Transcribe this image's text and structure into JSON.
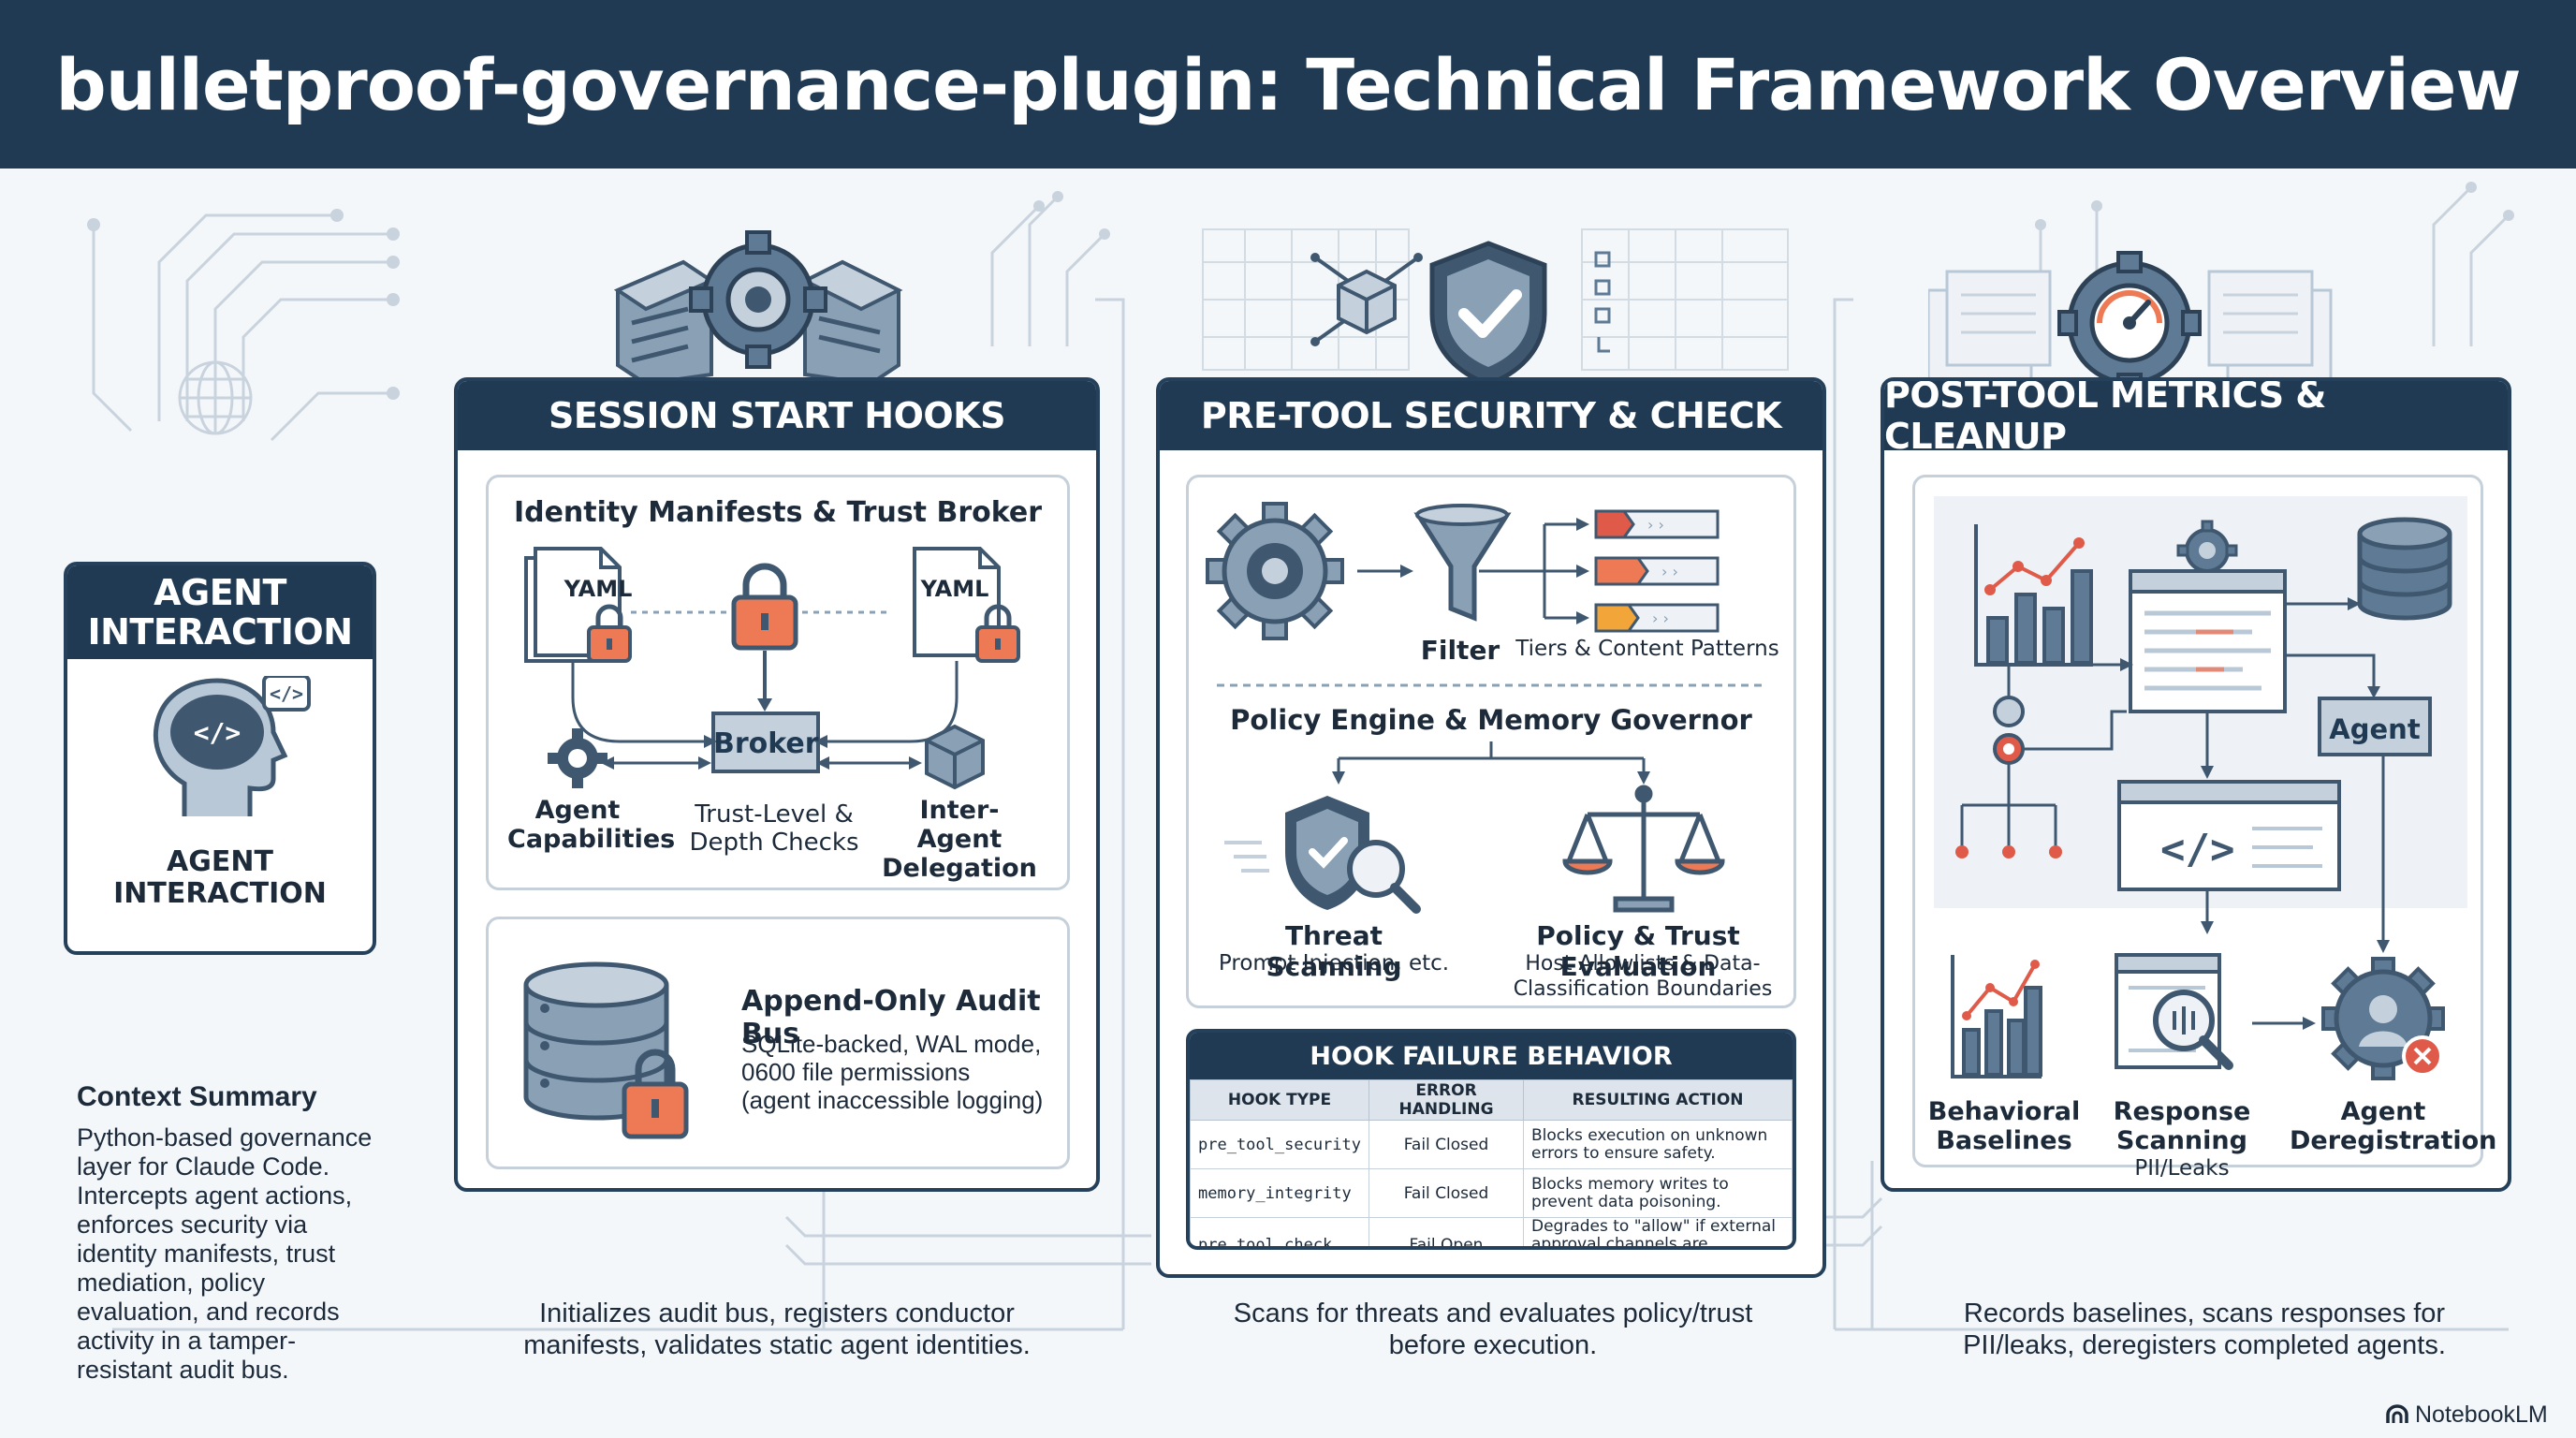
{
  "title": "bulletproof-governance-plugin: Technical Framework Overview",
  "agent": {
    "header": "AGENT INTERACTION",
    "label": "AGENT INTERACTION"
  },
  "context": {
    "heading": "Context Summary",
    "body": "Python-based governance layer for Claude Code. Intercepts agent actions, enforces security via identity manifests, trust mediation, policy evaluation, and records activity in a tamper-resistant audit bus."
  },
  "session": {
    "header": "SESSION START HOOKS",
    "identity_title": "Identity Manifests & Trust Broker",
    "yaml_left": "YAML",
    "yaml_right": "YAML",
    "broker": "Broker",
    "agent_capabilities": "Agent Capabilities",
    "trust_checks": "Trust-Level & Depth Checks",
    "inter_agent": "Inter-Agent Delegation",
    "audit_title": "Append-Only Audit Bus",
    "audit_line1": "SQLite-backed, WAL mode,",
    "audit_line2": "0600 file permissions",
    "audit_line3": "(agent inaccessible logging)",
    "caption": "Initializes audit bus, registers conductor manifests, validates static agent identities."
  },
  "pretool": {
    "header": "PRE-TOOL SECURITY & CHECK",
    "filter": "Filter",
    "tiers": "Tiers & Content Patterns",
    "policy_title": "Policy Engine & Memory Governor",
    "threat_title": "Threat Scanning",
    "threat_sub": "Prompt Injection, etc.",
    "policy_eval_title": "Policy & Trust Evaluation",
    "policy_eval_sub": "Host Allowlists & Data-Classification Boundaries",
    "caption": "Scans for threats and evaluates policy/trust before execution."
  },
  "hook_failure": {
    "title": "HOOK FAILURE BEHAVIOR",
    "columns": [
      "HOOK TYPE",
      "ERROR HANDLING",
      "RESULTING ACTION"
    ],
    "rows": [
      [
        "pre_tool_security",
        "Fail Closed",
        "Blocks execution on unknown errors to ensure safety."
      ],
      [
        "memory_integrity",
        "Fail Closed",
        "Blocks memory writes to prevent data poisoning."
      ],
      [
        "pre_tool_check",
        "Fail Open",
        "Degrades to \"allow\" if external approval channels are unreachable."
      ]
    ]
  },
  "posttool": {
    "header": "POST-TOOL METRICS & CLEANUP",
    "agent_box": "Agent",
    "behavioral": "Behavioral Baselines",
    "response": "Response Scanning",
    "response_sub": "PII/Leaks",
    "dereg": "Agent Deregistration",
    "caption": "Records baselines, scans responses for PII/leaks, deregisters completed agents."
  },
  "brand": "NotebookLM",
  "colors": {
    "navy": "#1f3a52",
    "icon_dark": "#3f5870",
    "icon_mid": "#5e7a94",
    "icon_light": "#b9c8d6",
    "accent_orange": "#ee7a55",
    "accent_red": "#e05a4a"
  }
}
